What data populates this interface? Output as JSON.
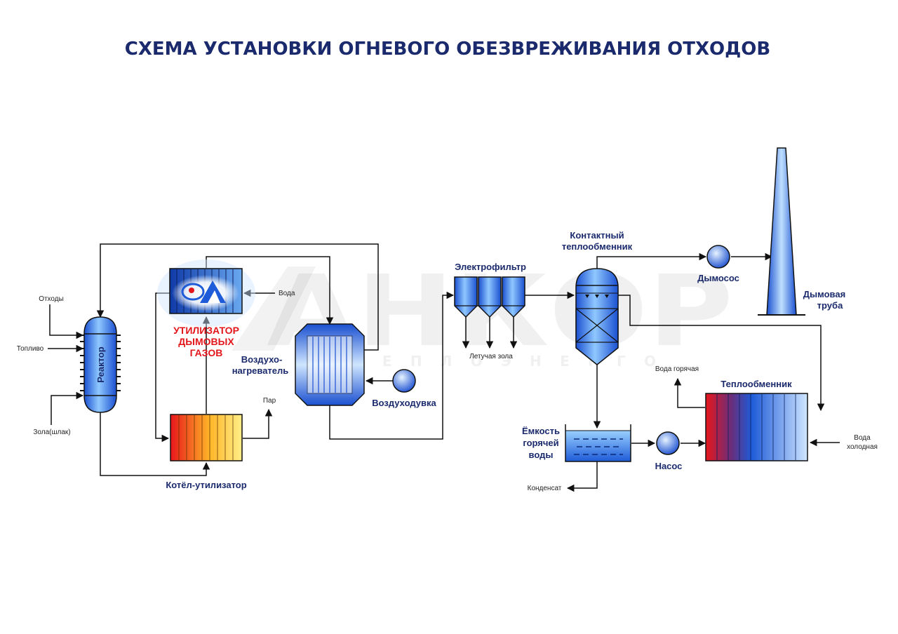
{
  "title": "СХЕМА УСТАНОВКИ ОГНЕВОГО ОБЕЗВРЕЖИВАНИЯ ОТХОДОВ",
  "watermark": {
    "brand": "АНКОР",
    "sub": "ТЕПЛОЭНЕРГО"
  },
  "equipment": {
    "reactor": "Реактор",
    "gas_utilizer": [
      "УТИЛИЗАТОР",
      "ДЫМОВЫХ",
      "ГАЗОВ"
    ],
    "boiler": "Котёл-утилизатор",
    "air_heater": [
      "Воздухо-",
      "нагреватель"
    ],
    "blower": "Воздуходувка",
    "electrofilter": "Электрофильтр",
    "contact_hx": [
      "Контактный",
      "теплообменник"
    ],
    "exhauster": "Дымосос",
    "chimney": [
      "Дымовая",
      "труба"
    ],
    "tank": [
      "Ёмкость",
      "горячей",
      "воды"
    ],
    "pump": "Насос",
    "heat_exchanger": "Теплообменник"
  },
  "streams": {
    "waste": "Отходы",
    "fuel": "Топливо",
    "ash_slag": "Зола(шлак)",
    "water": "Вода",
    "steam": "Пар",
    "fly_ash": "Летучая зола",
    "hot_water": "Вода горячая",
    "cold_water": [
      "Вода",
      "холодная"
    ],
    "condensate": "Конденсат"
  },
  "colors": {
    "title": "#1a2a6c",
    "accent_red": "#e3161b",
    "vessel_blue": "#1e5bd8",
    "boiler_hot": "#e8161b",
    "boiler_warm": "#ffd84a"
  }
}
